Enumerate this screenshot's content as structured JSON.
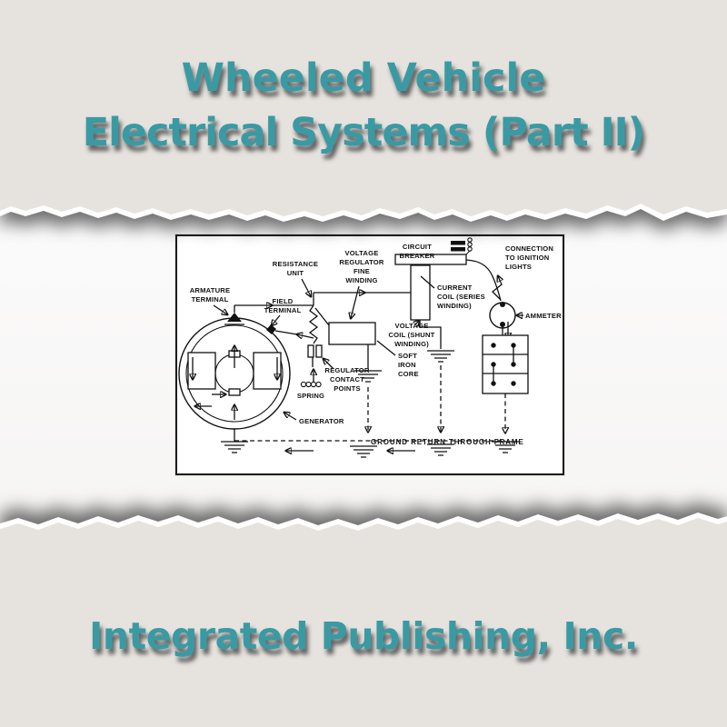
{
  "title": {
    "line1": "Wheeled Vehicle",
    "line2": "Electrical Systems (Part II)"
  },
  "publisher": "Integrated Publishing, Inc.",
  "colors": {
    "accent_teal": "#3a9aa4",
    "paper": "#e6e2dd",
    "torn_edge_white": "#ffffff",
    "diagram_background": "#ffffff",
    "diagram_line": "#111111"
  },
  "diagram": {
    "labels": {
      "circuit_breaker": [
        "CIRCUIT",
        "BREAKER"
      ],
      "connection_lights": [
        "CONNECTION",
        "TO IGNITION",
        "LIGHTS"
      ],
      "voltage_regulator": [
        "VOLTAGE",
        "REGULATOR",
        "FINE",
        "WINDING"
      ],
      "resistance_unit": [
        "RESISTANCE",
        "UNIT"
      ],
      "armature_terminal": [
        "ARMATURE",
        "TERMINAL"
      ],
      "field_terminal": [
        "FIELD",
        "TERMINAL"
      ],
      "current_coil": [
        "CURRENT",
        "COIL (SERIES",
        "WINDING)"
      ],
      "ammeter": "AMMETER",
      "voltage_coil": [
        "VOLTAGE",
        "COIL (SHUNT",
        "WINDING)"
      ],
      "soft_iron_core": [
        "SOFT",
        "IRON",
        "CORE"
      ],
      "regulator_contact_points": [
        "REGULATOR",
        "CONTACT",
        "POINTS"
      ],
      "spring": "SPRING",
      "generator": "GENERATOR",
      "ground_return": "GROUND RETURN THROUGH FRAME"
    }
  }
}
